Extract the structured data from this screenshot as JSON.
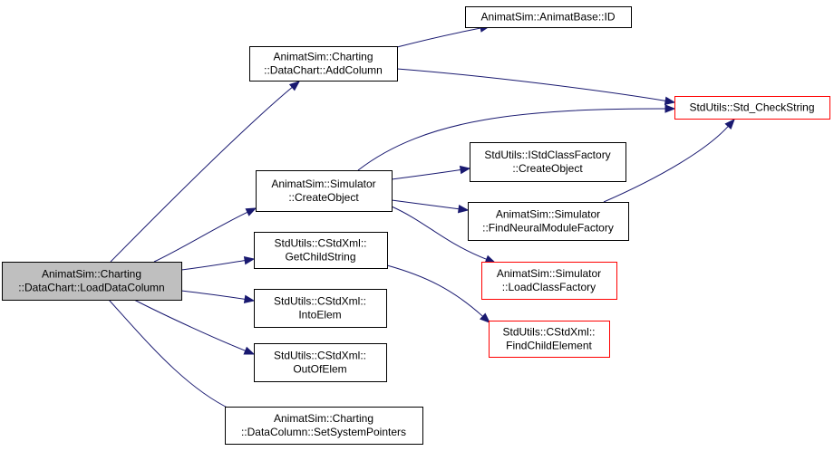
{
  "colors": {
    "edge": "#191970",
    "focus_fill": "#bfbfbf",
    "node_fill": "#ffffff",
    "node_border": "#000000",
    "truncated_border": "#ff0000"
  },
  "nodes": [
    {
      "id": "loaddatacolumn",
      "lines": [
        "AnimatSim::Charting",
        "::DataChart::LoadDataColumn"
      ],
      "style": "focus"
    },
    {
      "id": "addcolumn",
      "lines": [
        "AnimatSim::Charting",
        "::DataChart::AddColumn"
      ],
      "style": "normal"
    },
    {
      "id": "animatbase-id",
      "lines": [
        "AnimatSim::AnimatBase::ID"
      ],
      "style": "normal"
    },
    {
      "id": "std-checkstring",
      "lines": [
        "StdUtils::Std_CheckString"
      ],
      "style": "truncated"
    },
    {
      "id": "createobject",
      "lines": [
        "AnimatSim::Simulator",
        "::CreateObject"
      ],
      "style": "normal"
    },
    {
      "id": "istdclassfactory-createobject",
      "lines": [
        "StdUtils::IStdClassFactory",
        "::CreateObject"
      ],
      "style": "normal"
    },
    {
      "id": "findneuralmodulefactory",
      "lines": [
        "AnimatSim::Simulator",
        "::FindNeuralModuleFactory"
      ],
      "style": "normal"
    },
    {
      "id": "loadclassfactory",
      "lines": [
        "AnimatSim::Simulator",
        "::LoadClassFactory"
      ],
      "style": "truncated"
    },
    {
      "id": "getchildstring",
      "lines": [
        "StdUtils::CStdXml::",
        "GetChildString"
      ],
      "style": "normal"
    },
    {
      "id": "findchildelement",
      "lines": [
        "StdUtils::CStdXml::",
        "FindChildElement"
      ],
      "style": "truncated"
    },
    {
      "id": "intoelem",
      "lines": [
        "StdUtils::CStdXml::",
        "IntoElem"
      ],
      "style": "normal"
    },
    {
      "id": "outofelem",
      "lines": [
        "StdUtils::CStdXml::",
        "OutOfElem"
      ],
      "style": "normal"
    },
    {
      "id": "setsystempointers",
      "lines": [
        "AnimatSim::Charting",
        "::DataColumn::SetSystemPointers"
      ],
      "style": "normal"
    }
  ],
  "edges": [
    {
      "from": "loaddatacolumn",
      "to": "addcolumn"
    },
    {
      "from": "loaddatacolumn",
      "to": "createobject"
    },
    {
      "from": "loaddatacolumn",
      "to": "getchildstring"
    },
    {
      "from": "loaddatacolumn",
      "to": "intoelem"
    },
    {
      "from": "loaddatacolumn",
      "to": "outofelem"
    },
    {
      "from": "loaddatacolumn",
      "to": "setsystempointers"
    },
    {
      "from": "addcolumn",
      "to": "animatbase-id"
    },
    {
      "from": "addcolumn",
      "to": "std-checkstring"
    },
    {
      "from": "createobject",
      "to": "std-checkstring"
    },
    {
      "from": "createobject",
      "to": "istdclassfactory-createobject"
    },
    {
      "from": "createobject",
      "to": "findneuralmodulefactory"
    },
    {
      "from": "createobject",
      "to": "loadclassfactory"
    },
    {
      "from": "findneuralmodulefactory",
      "to": "std-checkstring"
    },
    {
      "from": "getchildstring",
      "to": "findchildelement"
    }
  ]
}
